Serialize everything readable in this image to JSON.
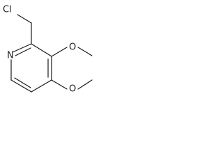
{
  "molecule": {
    "atoms": {
      "chlorine": "Cl",
      "nitrogen": "N",
      "oxygen_3": "O",
      "oxygen_4": "O"
    }
  }
}
